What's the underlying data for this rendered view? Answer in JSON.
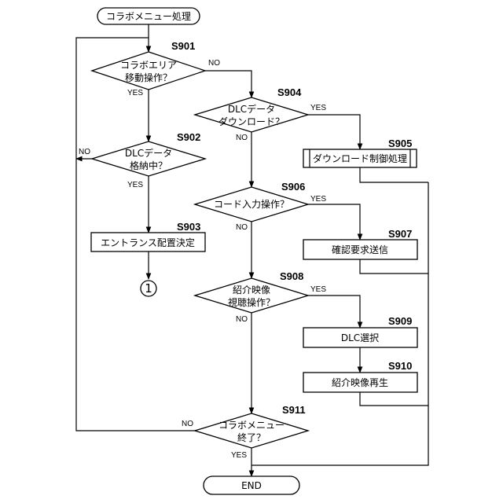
{
  "start": "コラボメニュー処理",
  "end": "END",
  "connector": "1",
  "steps": {
    "s901": {
      "id": "S901",
      "line1": "コラボエリア",
      "line2": "移動操作？"
    },
    "s902": {
      "id": "S902",
      "line1": "DLCデータ",
      "line2": "格納中？"
    },
    "s903": {
      "id": "S903",
      "text": "エントランス配置決定"
    },
    "s904": {
      "id": "S904",
      "line1": "DLCデータ",
      "line2": "ダウンロード？"
    },
    "s905": {
      "id": "S905",
      "text": "ダウンロード制御処理"
    },
    "s906": {
      "id": "S906",
      "text": "コード入力操作？"
    },
    "s907": {
      "id": "S907",
      "text": "確認要求送信"
    },
    "s908": {
      "id": "S908",
      "line1": "紹介映像",
      "line2": "視聴操作？"
    },
    "s909": {
      "id": "S909",
      "text": "DLC選択"
    },
    "s910": {
      "id": "S910",
      "text": "紹介映像再生"
    },
    "s911": {
      "id": "S911",
      "line1": "コラボメニュー",
      "line2": "終了？"
    }
  },
  "labels": {
    "yes": "YES",
    "no": "NO"
  }
}
